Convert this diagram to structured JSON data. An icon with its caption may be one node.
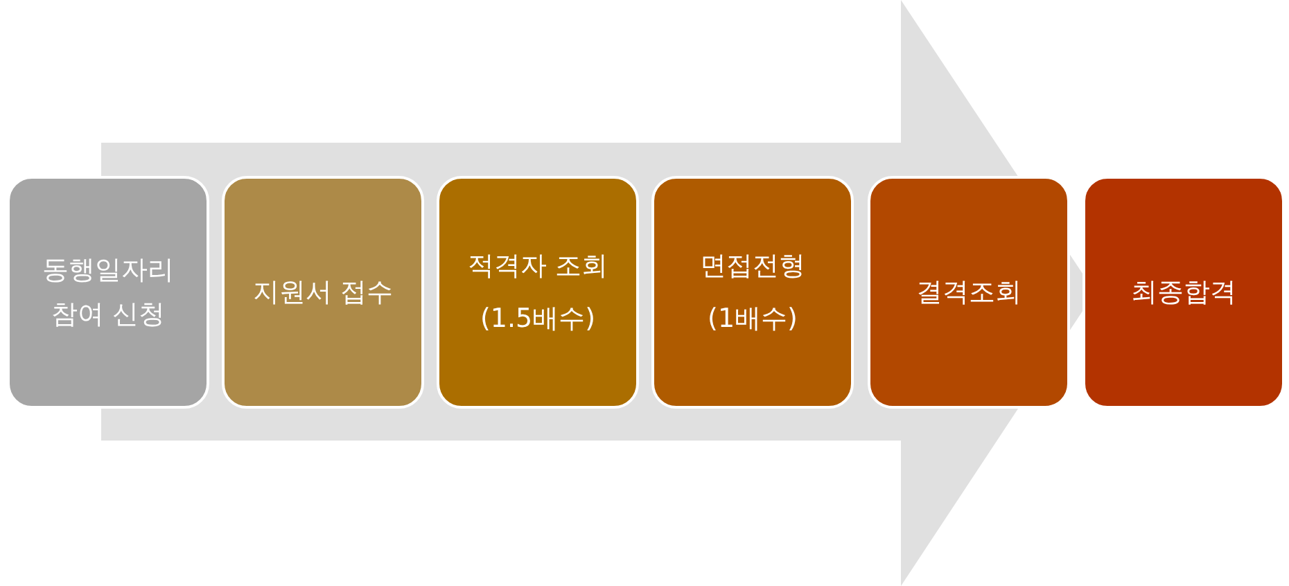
{
  "diagram": {
    "nodes": [
      {
        "text": [
          "동행일자리 참여 신청"
        ]
      },
      {
        "text": [
          "지원서 접수"
        ]
      },
      {
        "text": [
          "적격자 조회",
          "(1.5배수)"
        ]
      },
      {
        "text": [
          "면접전형",
          "(1배수)"
        ]
      },
      {
        "text": [
          "결격조회"
        ]
      },
      {
        "text": [
          "최종합격"
        ]
      }
    ],
    "edges": [
      {
        "from": 0,
        "to": 5,
        "arrow": "to"
      }
    ]
  }
}
